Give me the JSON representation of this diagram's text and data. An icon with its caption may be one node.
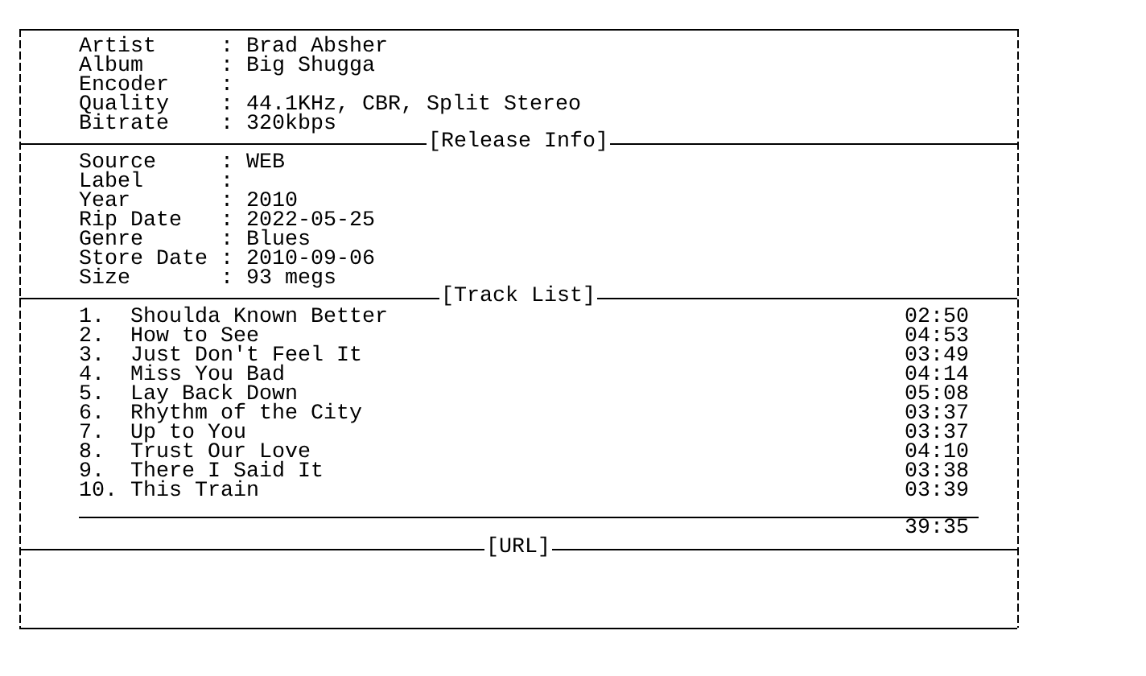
{
  "diagram": {
    "labels": [
      "Artist",
      ": Brad Absher",
      "Album",
      ": Big Shugga",
      "Encoder",
      ":",
      "Quality",
      ": 44.1KHz, CBR, Split Stereo",
      "Bitrate",
      ": 320kbps",
      "[Release Info]",
      "Source",
      ": WEB",
      "Label",
      ":",
      "Year",
      ": 2010",
      "Rip Date",
      ": 2022-05-25",
      "Genre",
      ": Blues",
      "Store Date",
      ": 2010-09-06",
      "Size",
      ": 93 megs",
      "[Track List]",
      "1.",
      "Shoulda Known Better",
      "02:50",
      "2.",
      "How to See",
      "04:53",
      "3.",
      "Just Don't Feel It",
      "03:49",
      "4.",
      "Miss You Bad",
      "04:14",
      "5.",
      "Lay Back Down",
      "05:08",
      "6.",
      "Rhythm of the City",
      "03:37",
      "7.",
      "Up to You",
      "03:37",
      "8.",
      "Trust Our Love",
      "04:10",
      "9.",
      "There I Said It",
      "03:38",
      "10.",
      "This Train",
      "03:39",
      "39:35",
      "[URL]"
    ]
  }
}
